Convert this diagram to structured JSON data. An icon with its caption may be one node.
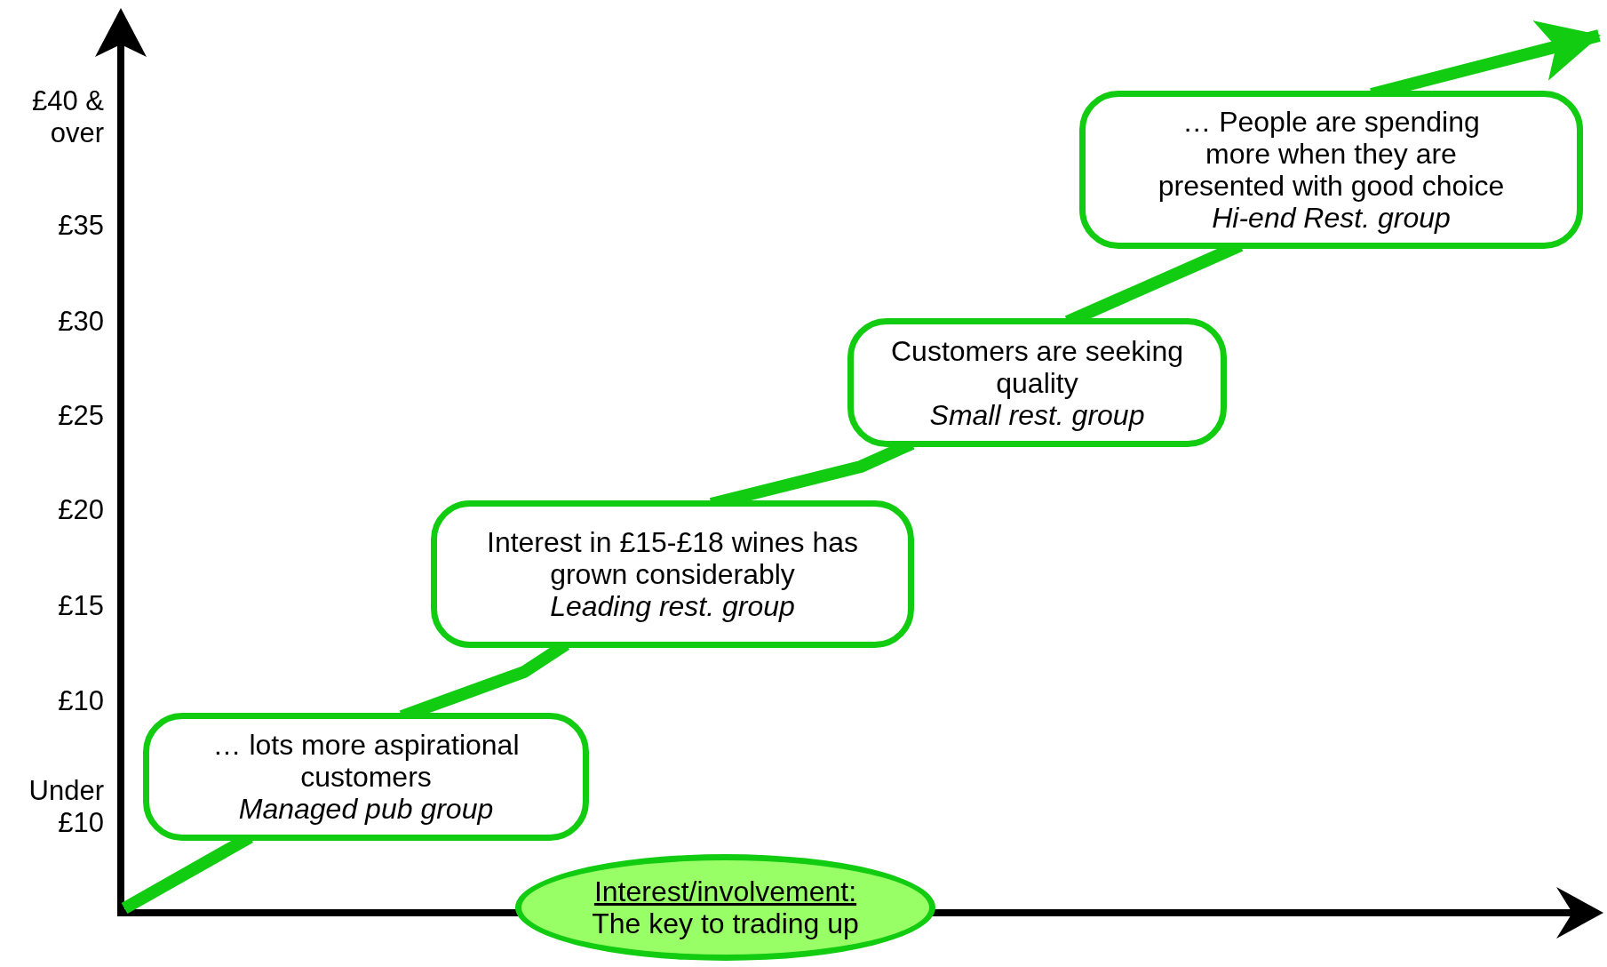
{
  "diagram": {
    "nodes": [
      {
        "text": [
          "… lots more aspirational customers",
          "Managed pub group"
        ]
      },
      {
        "text": [
          "Interest in £15-£18 wines has grown considerably",
          "Leading rest. group"
        ]
      },
      {
        "text": [
          "Customers are seeking quality",
          "Small rest. group"
        ]
      },
      {
        "text": [
          "… People are spending more when they are presented with good choice",
          "Hi-end Rest. group"
        ]
      },
      {
        "text": [
          "Interest/involvement:",
          "The key to trading up"
        ]
      }
    ],
    "edges": [
      {
        "from": null,
        "to": 0,
        "arrow": "none"
      },
      {
        "from": 0,
        "to": 1,
        "arrow": "none"
      },
      {
        "from": 1,
        "to": 2,
        "arrow": "none"
      },
      {
        "from": 2,
        "to": 3,
        "arrow": "none"
      },
      {
        "from": 3,
        "to": null,
        "arrow": "to"
      }
    ],
    "labels": [
      "£40 & over",
      "£35",
      "£30",
      "£25",
      "£20",
      "£15",
      "£10",
      "Under £10"
    ]
  }
}
